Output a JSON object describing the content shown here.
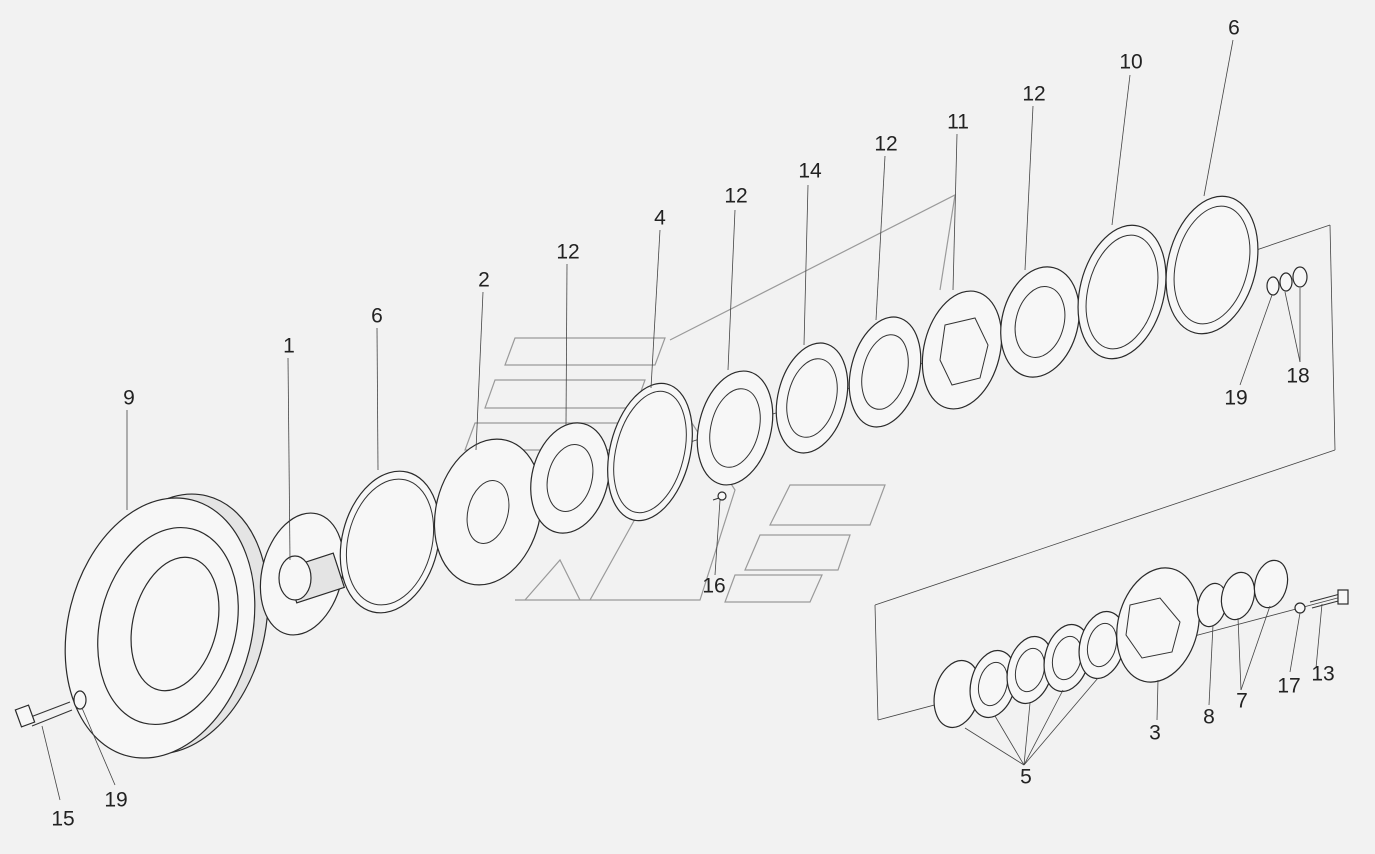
{
  "labels": {
    "p9": "9",
    "p1": "1",
    "p6a": "6",
    "p2": "2",
    "p12a": "12",
    "p4": "4",
    "p12b": "12",
    "p14": "14",
    "p12c": "12",
    "p11": "11",
    "p12d": "12",
    "p10": "10",
    "p6b": "6",
    "p19a": "19",
    "p18": "18",
    "p16": "16",
    "p15": "15",
    "p19b": "19",
    "p5": "5",
    "p3": "3",
    "p8": "8",
    "p7": "7",
    "p17": "17",
    "p13": "13"
  },
  "colors": {
    "background": "#f2f2f2",
    "line": "#2a2a2a",
    "watermark": "#9a9a9a"
  }
}
